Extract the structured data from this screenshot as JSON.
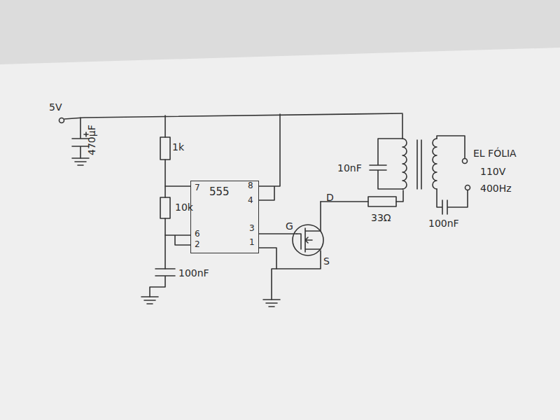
{
  "diagram": {
    "nodes": [
      {
        "text": [
          "555"
        ]
      }
    ],
    "labels": [
      "5V",
      "470µF",
      "1k",
      "10k",
      "100nF",
      "7",
      "8",
      "4",
      "6",
      "2",
      "3",
      "1",
      "G",
      "D",
      "S",
      "10nF",
      "33Ω",
      "100nF",
      "EL FÓLIA",
      "110V",
      "400Hz"
    ]
  }
}
